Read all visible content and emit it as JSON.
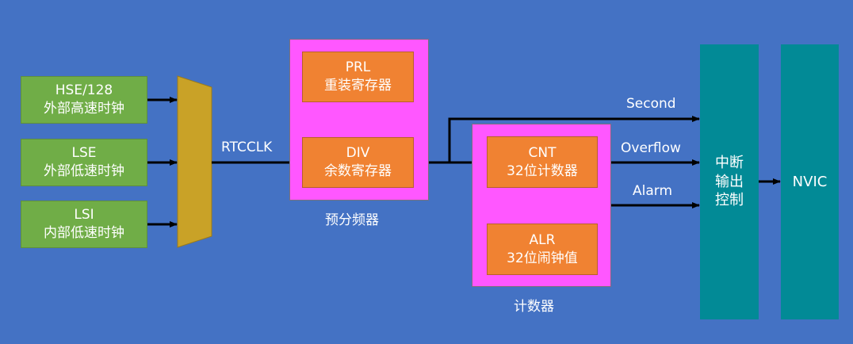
{
  "diagram": {
    "sources": [
      {
        "name": "HSE/128",
        "desc": "外部高速时钟"
      },
      {
        "name": "LSE",
        "desc": "外部低速时钟"
      },
      {
        "name": "LSI",
        "desc": "内部低速时钟"
      }
    ],
    "mux_output_label": "RTCCLK",
    "prescaler": {
      "title": "预分频器",
      "prl": {
        "name": "PRL",
        "desc": "重装寄存器"
      },
      "div": {
        "name": "DIV",
        "desc": "余数寄存器"
      }
    },
    "counter": {
      "title": "计数器",
      "cnt": {
        "name": "CNT",
        "desc": "32位计数器"
      },
      "alr": {
        "name": "ALR",
        "desc": "32位闹钟值"
      }
    },
    "signals": {
      "second": "Second",
      "overflow": "Overflow",
      "alarm": "Alarm"
    },
    "interrupt_control": {
      "line1": "中断",
      "line2": "输出",
      "line3": "控制"
    },
    "nvic": "NVIC",
    "colors": {
      "background": "#4472c4",
      "source": "#70ad47",
      "mux": "#c9a227",
      "group": "#ff57ff",
      "register": "#f08232",
      "bidir_arrow": "#bf8f00",
      "block": "#028a96"
    }
  }
}
